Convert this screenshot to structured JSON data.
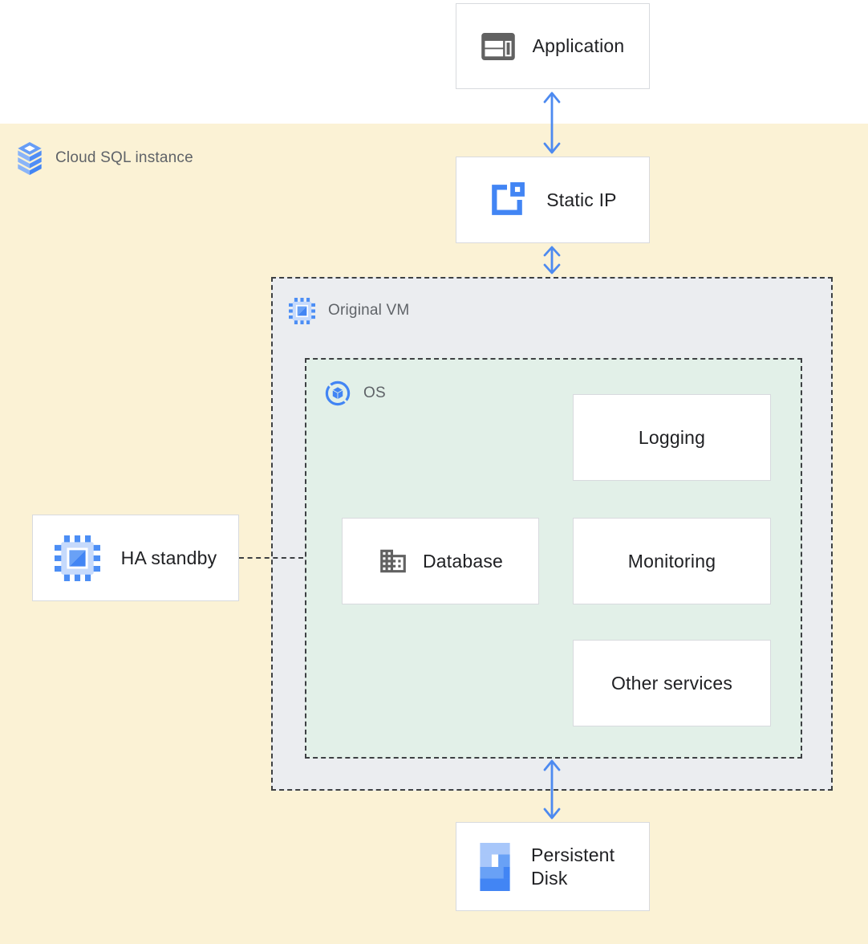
{
  "region": {
    "label": "Cloud SQL instance"
  },
  "groups": {
    "original_vm": {
      "label": "Original VM"
    },
    "os": {
      "label": "OS"
    }
  },
  "nodes": {
    "application": {
      "label": "Application"
    },
    "static_ip": {
      "label": "Static IP"
    },
    "logging": {
      "label": "Logging"
    },
    "database": {
      "label": "Database"
    },
    "monitoring": {
      "label": "Monitoring"
    },
    "other_services": {
      "label": "Other services"
    },
    "ha_standby": {
      "label": "HA standby"
    },
    "persistent_disk": {
      "label": "Persistent Disk"
    }
  },
  "icons": {
    "region": "cloud-sql-icon",
    "application": "application-window-icon",
    "static_ip": "static-ip-icon",
    "original_vm": "compute-engine-icon",
    "ha_standby": "compute-engine-icon",
    "os": "os-image-icon",
    "database": "database-building-icon",
    "persistent_disk": "persistent-disk-icon"
  },
  "connectors": {
    "app_to_static_ip": "bidirectional-arrow",
    "static_ip_to_vm": "bidirectional-arrow",
    "os_to_persistent_disk": "bidirectional-arrow",
    "ha_standby_to_os": "dashed-line"
  },
  "colors": {
    "background_top": "#ffffff",
    "region_background": "#fbf2d5",
    "vm_group_fill": "#ebedf0",
    "os_group_fill": "#e2f0e8",
    "dashed_border": "#3d4043",
    "node_border": "#d8dade",
    "arrow_blue": "#4d8af0",
    "label_gray": "#5f6368",
    "label_dark": "#202124",
    "icon_gray": "#616161",
    "icon_blue_dark": "#4285f4",
    "icon_blue_mid": "#669df6",
    "icon_blue_light": "#aecbfa"
  }
}
